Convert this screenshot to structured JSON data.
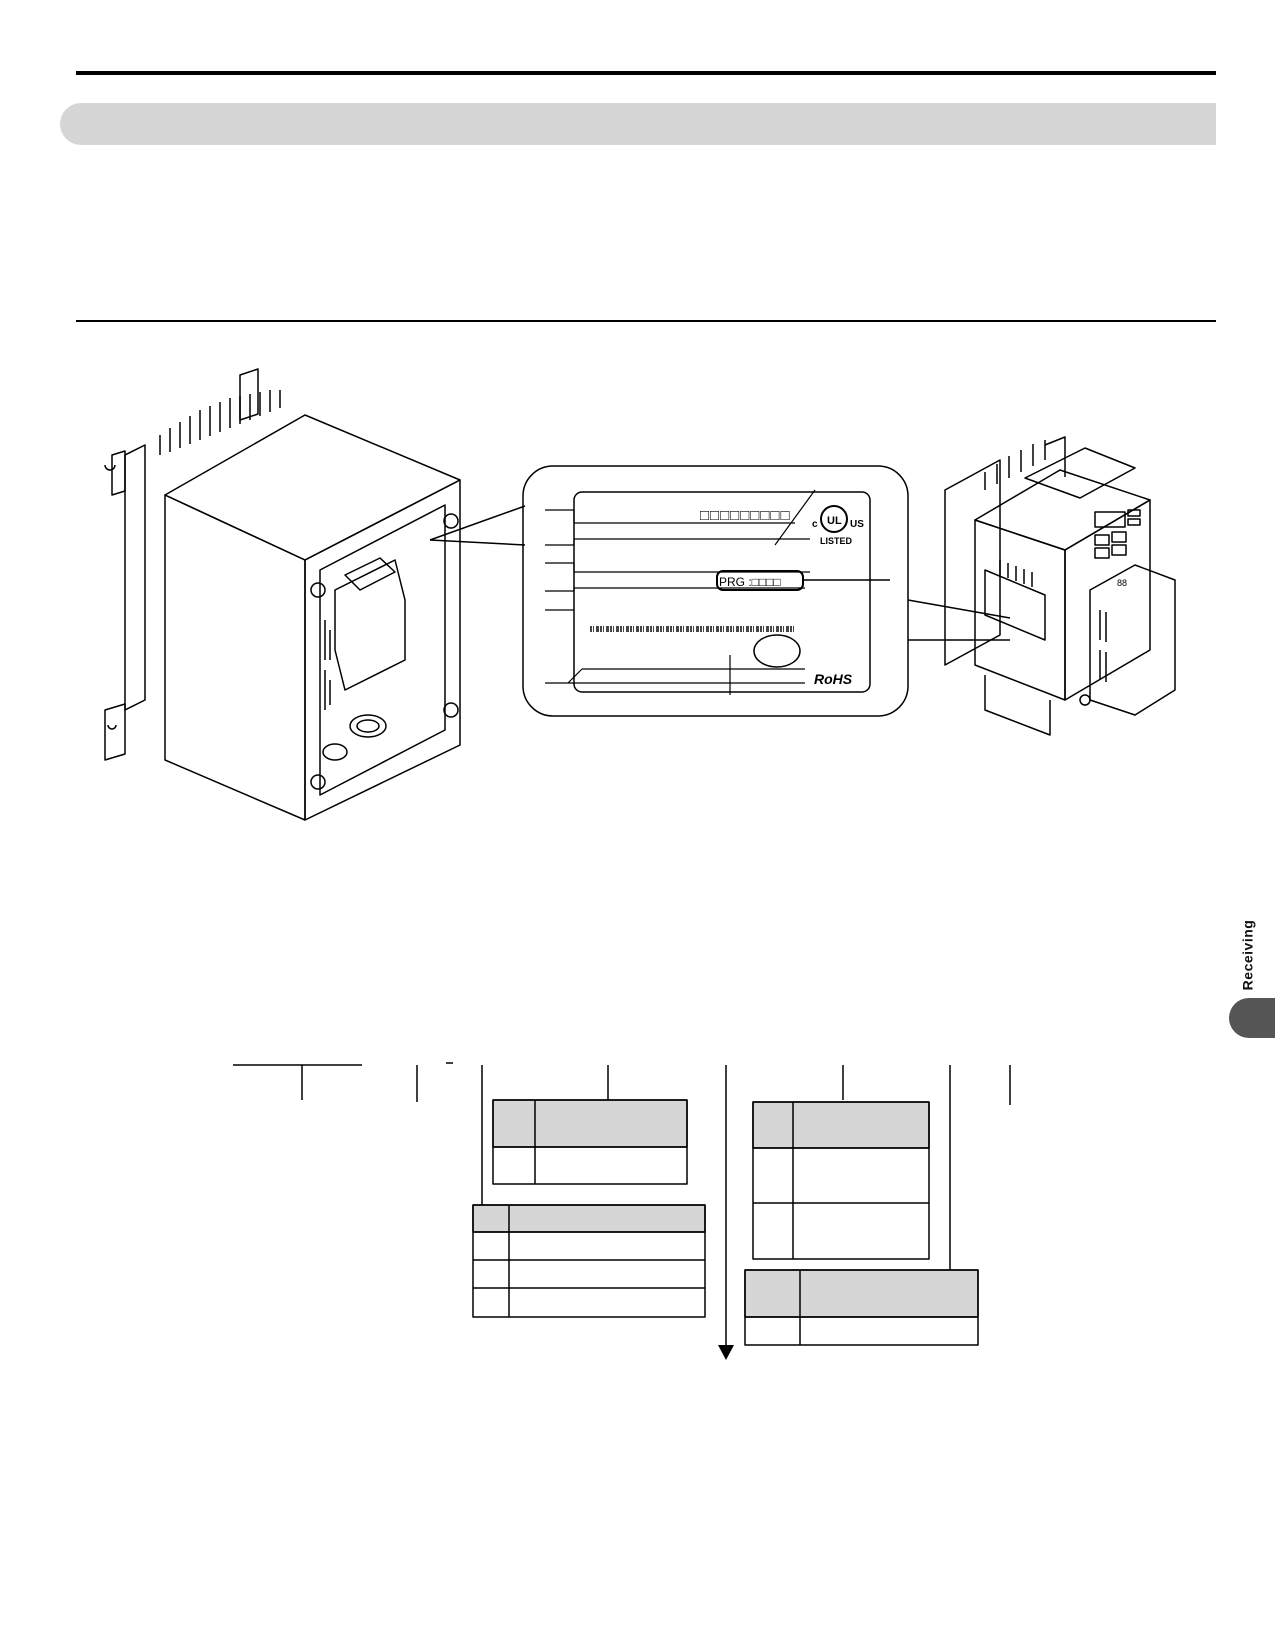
{
  "side_tab": {
    "label": "Receiving"
  },
  "nameplate": {
    "serial_boxes": "□□□□□□□□□",
    "prg_label": "PRG :□□□□",
    "ul_c": "c",
    "ul_mark": "UL",
    "ul_us": "US",
    "ul_listed": "LISTED",
    "rohs": "RoHS"
  },
  "drive_display": {
    "digits": "88"
  }
}
